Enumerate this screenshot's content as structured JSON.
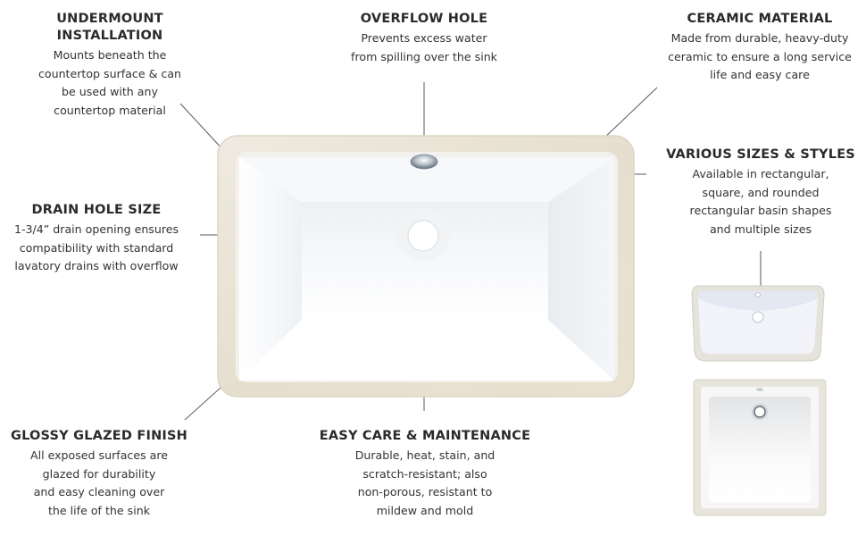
{
  "callouts": {
    "undermount": {
      "title_line1": "UNDERMOUNT",
      "title_line2": "INSTALLATION",
      "desc": [
        "Mounts beneath the",
        "countertop surface & can",
        "be used with any",
        "countertop material"
      ]
    },
    "overflow": {
      "title": "OVERFLOW HOLE",
      "desc": [
        "Prevents excess water",
        "from spilling over the sink"
      ]
    },
    "ceramic": {
      "title": "CERAMIC MATERIAL",
      "desc": [
        "Made from durable, heavy-duty",
        "ceramic to ensure a long service",
        "life and easy care"
      ]
    },
    "sizes": {
      "title": "VARIOUS SIZES & STYLES",
      "desc": [
        "Available in rectangular,",
        "square, and rounded",
        "rectangular basin shapes",
        "and multiple sizes"
      ]
    },
    "drain": {
      "title": "DRAIN HOLE SIZE",
      "desc": [
        "1-3/4” drain opening ensures",
        "compatibility with standard",
        "lavatory drains with overflow"
      ]
    },
    "glossy": {
      "title": "GLOSSY GLAZED FINISH",
      "desc": [
        "All exposed surfaces are",
        "glazed for durability",
        "and easy cleaning over",
        "the life of the sink"
      ]
    },
    "easycare": {
      "title": "EASY CARE & MAINTENANCE",
      "desc": [
        "Durable, heat, stain, and",
        "scratch-resistant; also",
        "non-porous, resistant to",
        "mildew and mold"
      ]
    }
  },
  "images": {
    "main": "rectangular-undermount-sink",
    "variant1": "rounded-rectangular-sink",
    "variant2": "square-sink"
  },
  "colors": {
    "text": "#2b2b2b",
    "leader_line": "#555555",
    "rim": "#e9e3d6",
    "basin": "#ffffff"
  }
}
